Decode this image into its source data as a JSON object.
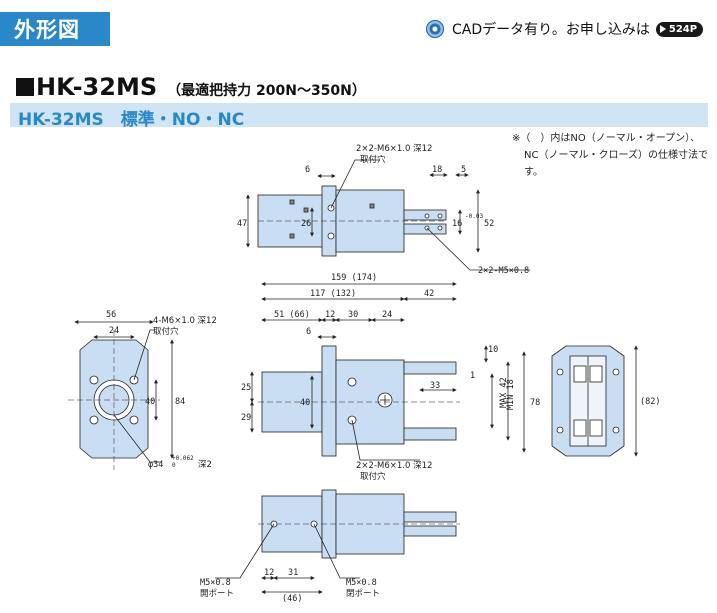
{
  "header": {
    "title": "外形図"
  },
  "cad_note": {
    "text": "CADデータ有り。お申し込みは",
    "page_ref": "524P"
  },
  "model": {
    "name": "HK-32MS",
    "subtitle": "（最適把持力 200N〜350N）"
  },
  "variant": {
    "text": "HK-32MS　標準・NO・NC"
  },
  "note": {
    "line1": "※（　）内はNO（ノーマル・オープン）、",
    "line2": "NC（ノーマル・クローズ）の仕様寸法です。"
  },
  "top_view": {
    "labels": {
      "hole_spec": "2×2-M6×1.0 深12",
      "hole_purpose": "取付穴",
      "jaw_holes": "2×2-M5×0.8"
    },
    "dims": {
      "d6": "6",
      "d18": "18",
      "d5": "5",
      "d47": "47",
      "d26": "26",
      "d16": "16",
      "d16_tol": "-0.03",
      "d52": "52"
    }
  },
  "side_view": {
    "dims": {
      "total": "159 (174)",
      "d117": "117 (132)",
      "d42": "42",
      "d51": "51 (66)",
      "d12": "12",
      "d30": "30",
      "d24": "24",
      "d6": "6",
      "d10": "10",
      "d25": "25",
      "d40": "40",
      "d29": "29",
      "d33": "33",
      "d1": "1",
      "max42": "MAX 42",
      "min18": "MIN 18",
      "d78": "78"
    },
    "labels": {
      "hole_spec": "2×2-M6×1.0 深12",
      "hole_purpose": "取付穴"
    }
  },
  "left_view": {
    "dims": {
      "d56": "56",
      "d24": "24",
      "d40": "40",
      "d84": "84",
      "bore": "φ34",
      "bore_tol": "+0.062",
      "bore_tol2": "0",
      "bore_depth": "深2"
    },
    "labels": {
      "hole_spec": "4-M6×1.0 深12",
      "hole_purpose": "取付穴"
    }
  },
  "right_view": {
    "dims": {
      "d82": "(82)"
    }
  },
  "bottom_view": {
    "dims": {
      "d12": "12",
      "d31": "31",
      "d46": "(46)"
    },
    "labels": {
      "port_left": "M5×0.8",
      "port_left_name": "開ポート",
      "port_right": "M5×0.8",
      "port_right_name": "閉ポート"
    }
  },
  "colors": {
    "header_blue": "#2b88c8",
    "variant_band": "#cfe5f5",
    "body_blue": "#c9def2",
    "line": "#222222"
  }
}
